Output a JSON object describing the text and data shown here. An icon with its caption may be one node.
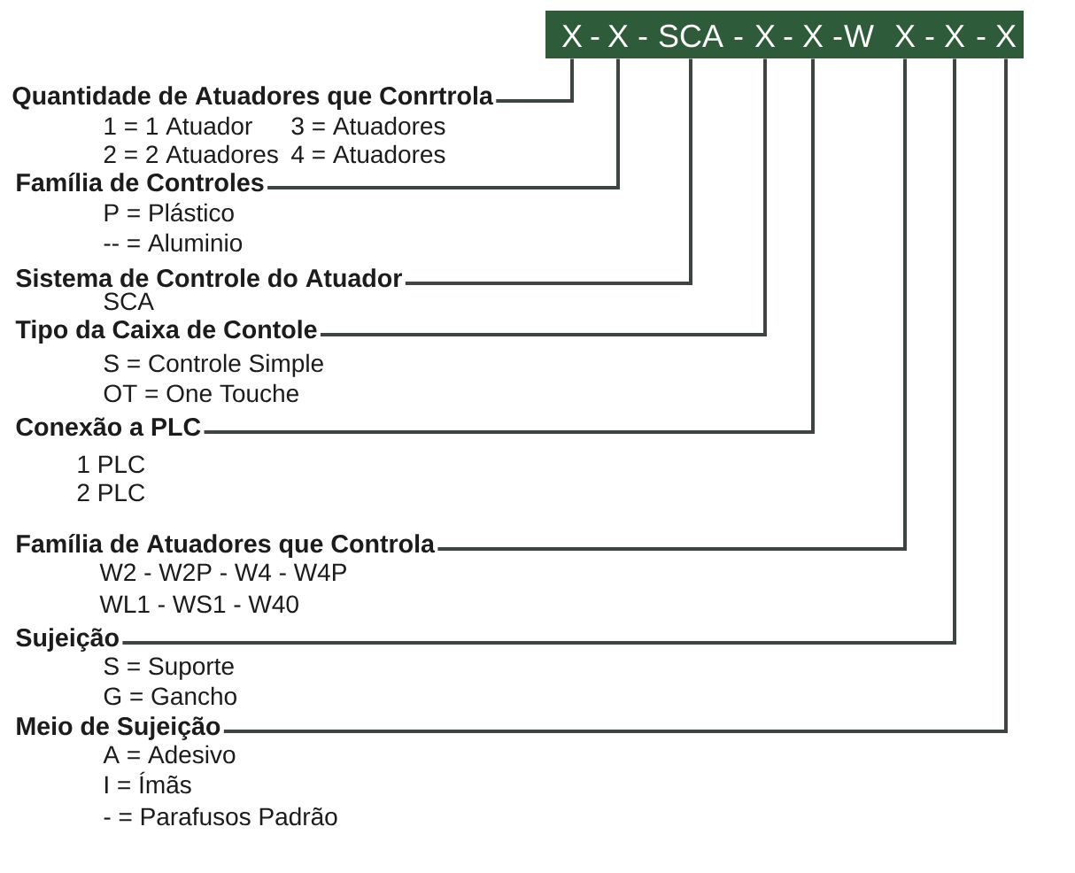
{
  "diagram": {
    "nodes": [
      {
        "text": [],
        "shape": "bar"
      },
      {
        "text": [
          "X"
        ],
        "in": 0
      },
      {
        "text": [
          "X"
        ],
        "in": 0
      },
      {
        "text": [
          "SCA"
        ],
        "in": 0
      },
      {
        "text": [
          "X"
        ],
        "in": 0
      },
      {
        "text": [
          "X"
        ],
        "in": 0
      },
      {
        "text": [
          "W"
        ],
        "in": 0
      },
      {
        "text": [
          "X"
        ],
        "in": 0
      },
      {
        "text": [
          "X"
        ],
        "in": 0
      },
      {
        "text": [
          "X"
        ],
        "in": 0
      },
      {
        "text": [
          "Quantidade de Atuadores que Conrtrola"
        ],
        "beside": [
          "1 = 1 Atuador",
          "3 = Atuadores",
          "2 = 2 Atuadores",
          "4 = Atuadores"
        ]
      },
      {
        "text": [
          "Família de Controles"
        ],
        "beside": [
          "P = Plástico",
          "-- = Aluminio"
        ]
      },
      {
        "text": [
          "Sistema de Controle do Atuador"
        ],
        "beside": [
          "SCA"
        ]
      },
      {
        "text": [
          "Tipo da Caixa de Contole"
        ],
        "beside": [
          "S = Controle Simple",
          "OT = One Touche"
        ]
      },
      {
        "text": [
          "Conexão a PLC"
        ],
        "beside": [
          "1 PLC",
          "2 PLC"
        ]
      },
      {
        "text": [
          "Família de Atuadores que Controla"
        ],
        "beside": [
          "W2 - W2P - W4 - W4P",
          "WL1 - WS1 - W40"
        ]
      },
      {
        "text": [
          "Sujeição"
        ],
        "beside": [
          "S = Suporte",
          "G = Gancho"
        ]
      },
      {
        "text": [
          "Meio de Sujeição"
        ],
        "beside": [
          "A = Adesivo",
          "I = Ímãs",
          "- = Parafusos Padrão"
        ]
      }
    ],
    "edges": [
      {
        "from": 10,
        "to": 1,
        "arrow": "none"
      },
      {
        "from": 11,
        "to": 2,
        "arrow": "none"
      },
      {
        "from": 12,
        "to": 3,
        "arrow": "none"
      },
      {
        "from": 13,
        "to": 4,
        "arrow": "none"
      },
      {
        "from": 14,
        "to": 5,
        "arrow": "none"
      },
      {
        "from": 15,
        "to": 7,
        "arrow": "none"
      },
      {
        "from": 16,
        "to": 8,
        "arrow": "none"
      },
      {
        "from": 17,
        "to": 9,
        "arrow": "none"
      }
    ],
    "labels": [
      "-",
      "-",
      "-",
      "-",
      "-",
      "-",
      "-"
    ]
  }
}
